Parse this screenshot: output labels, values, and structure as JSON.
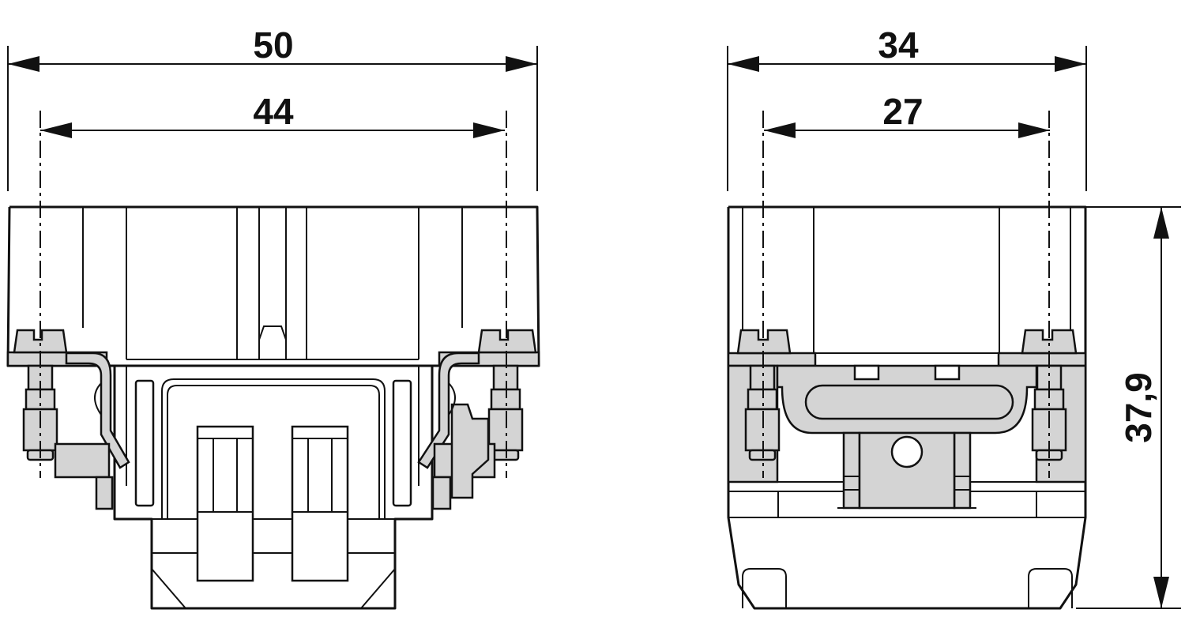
{
  "dimensions": {
    "front_outer_width": "50",
    "front_inner_width": "44",
    "side_outer_width": "34",
    "side_inner_width": "27",
    "side_height": "37,9"
  },
  "colors": {
    "line": "#111111",
    "part_fill": "#d4d4d4",
    "background": "#ffffff"
  }
}
